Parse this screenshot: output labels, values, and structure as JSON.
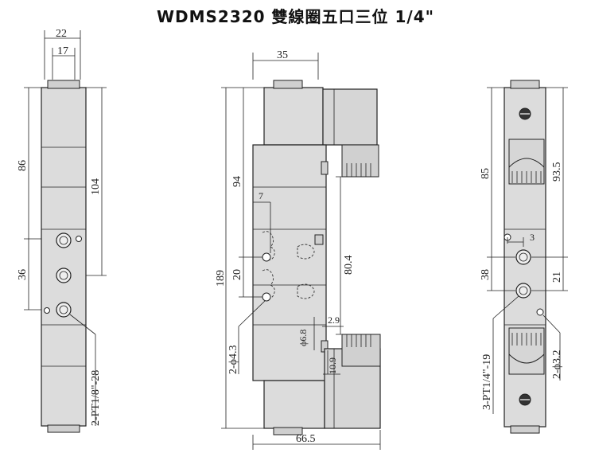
{
  "title": "WDMS2320 雙線圈五口三位 1/4\"",
  "left_view": {
    "width_outer": "22",
    "width_inner": "17",
    "height_upper": "86",
    "height_total": "104",
    "port_spacing": "36",
    "port_callout": "2-PT1/8\"-28"
  },
  "middle_view": {
    "width_top": "35",
    "height_upper": "94",
    "overall_height": "189",
    "coil_span": "80.4",
    "port_offset": "7",
    "port_spacing": "20",
    "hole_callout": "2-ϕ4.3",
    "diameter": "ϕ6.8",
    "gap_a": "2.9",
    "gap_b": "10.9",
    "width_bottom": "66.5"
  },
  "right_view": {
    "height_upper": "85",
    "height_total": "93.5",
    "offset_small": "3",
    "port_spacing": "38",
    "port_spacing_small": "21",
    "hole_callout": "2-ϕ3.2",
    "port_callout": "3-PT1/4\"-19"
  },
  "colors": {
    "body_fill": "#dcdcdc",
    "line": "#222222",
    "background": "#ffffff"
  }
}
